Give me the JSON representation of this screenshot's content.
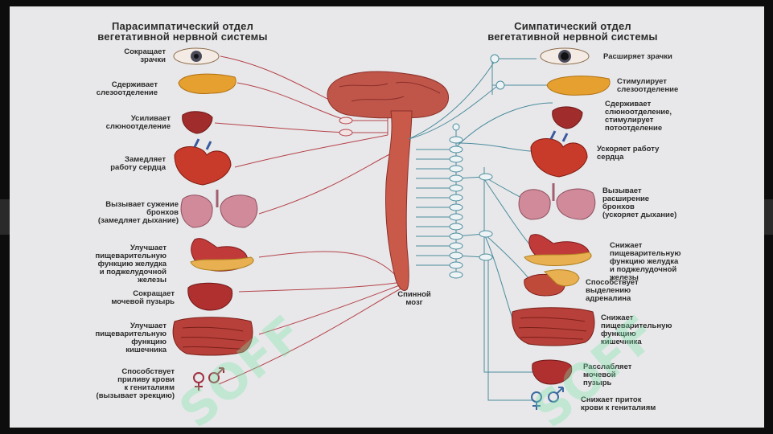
{
  "titles": {
    "left": "Парасимпатический отдел\nвегетативной нервной системы",
    "right": "Симпатический отдел\nвегетативной нервной системы"
  },
  "center_label": "Спинной\nмозг",
  "left_labels": [
    "Сокращает\nзрачки",
    "Сдерживает\nслезоотделение",
    "Усиливает\nслюноотделение",
    "Замедляет\nработу сердца",
    "Вызывает сужение\nбронхов\n(замедляет дыхание)",
    "Улучшает\nпищеварительную\nфункцию желудка\nи поджелудочной\nжелезы",
    "Сокращает\nмочевой пузырь",
    "Улучшает\nпищеварительную\nфункцию\nкишечника",
    "Способствует\nприливу крови\nк гениталиям\n(вызывает эрекцию)"
  ],
  "right_labels": [
    "Расширяет зрачки",
    "Стимулирует\nслезоотделение",
    "Сдерживает\nслюноотделение,\nстимулирует\nпотоотделение",
    "Ускоряет работу\nсердца",
    "Вызывает\nрасширение\nбронхов\n(ускоряет дыхание)",
    "Снижает\nпищеварительную\nфункцию желудка\nи поджелудочной\nжелезы",
    "Способствует\nвыделению\nадреналина",
    "Снижает\nпищеварительную\nфункцию\nкишечника",
    "Расслабляет\nмочевой\nпузырь",
    "Снижает приток\nкрови к гениталиям"
  ],
  "watermark": "SOFF",
  "colors": {
    "parasympathetic_nerve": "#b5434a",
    "sympathetic_nerve": "#4a8c9c",
    "spine": "#c95a4a",
    "brain": "#c0564a",
    "background": "#e8e8ea"
  }
}
